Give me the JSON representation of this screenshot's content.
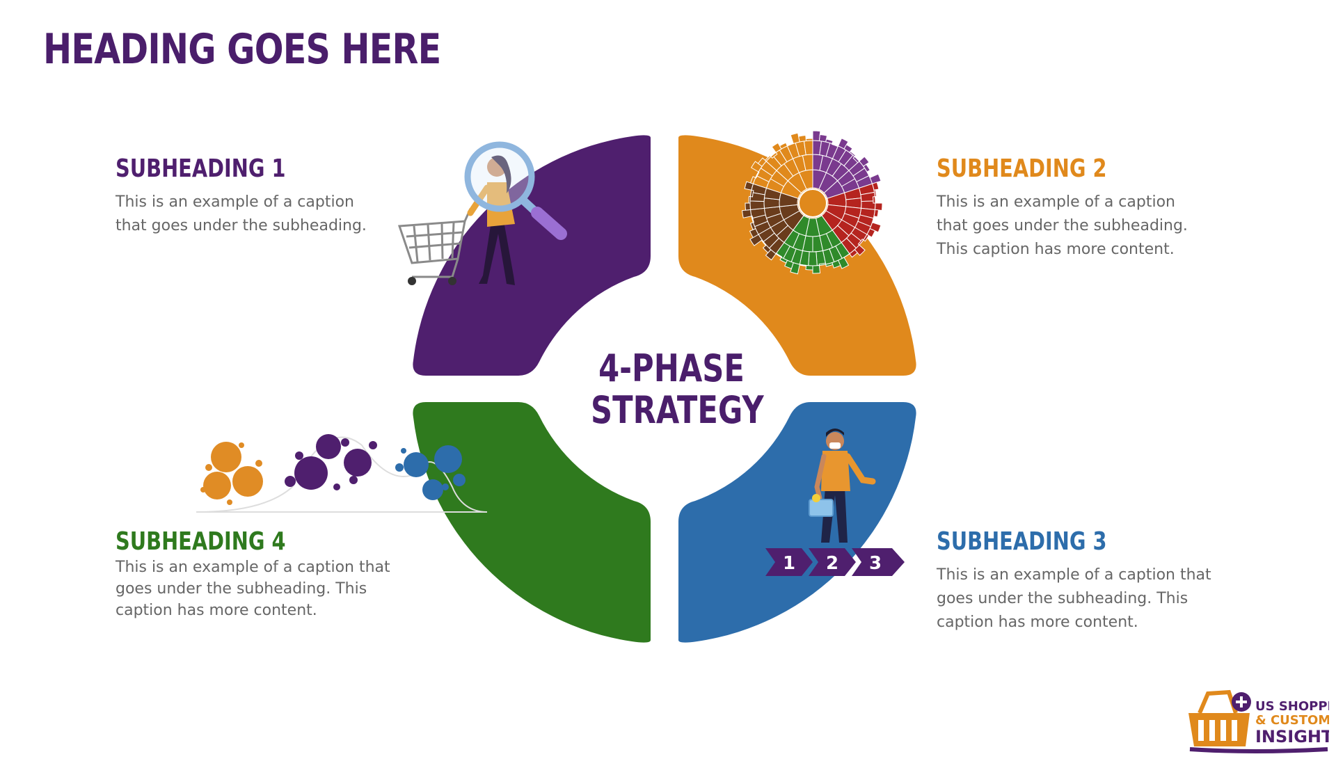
{
  "page": {
    "heading": "HEADING GOES HERE",
    "center_title": [
      "4-PHASE",
      "STRATEGY"
    ]
  },
  "colors": {
    "purple": "#4f1f6e",
    "orange": "#e0891c",
    "blue": "#2d6dab",
    "green": "#2f7a1e",
    "heading": "#4a1e6b"
  },
  "phases": [
    {
      "subheading": "SUBHEADING 1",
      "caption": [
        "This is an example of a caption",
        "that goes under the subheading."
      ],
      "color": "#4f1f6e",
      "illustration": "woman-with-magnifier-and-cart"
    },
    {
      "subheading": "SUBHEADING 2",
      "caption": [
        "This is an example of a caption",
        "that goes under the subheading.",
        "This caption has more content."
      ],
      "color": "#e0891c",
      "illustration": "sunburst-chart"
    },
    {
      "subheading": "SUBHEADING 3",
      "caption": [
        "This is an example of a caption that",
        "goes under the subheading. This",
        "caption has more content."
      ],
      "color": "#2d6dab",
      "illustration": "man-with-basket-and-steps",
      "steps": [
        "1",
        "2",
        "3"
      ]
    },
    {
      "subheading": "SUBHEADING 4",
      "caption": [
        "This is an example of a caption that",
        "goes under the subheading. This",
        "caption has more content."
      ],
      "color": "#2f7a1e",
      "illustration": "bubble-cluster-wave"
    }
  ],
  "logo": {
    "lines": [
      "US SHOPPER",
      "& CUSTOMER",
      "INSIGHTS"
    ]
  }
}
